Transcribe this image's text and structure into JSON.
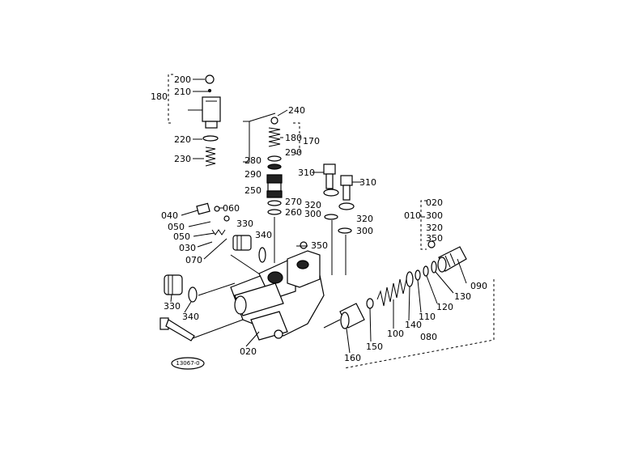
{
  "diagram": {
    "labels": {
      "l200": "200",
      "l210": "210",
      "l180a": "180",
      "l220": "220",
      "l230": "230",
      "l240": "240",
      "l180b": "180",
      "l170": "170",
      "l290a": "290",
      "l280": "280",
      "l290b": "290",
      "l250": "250",
      "l270": "270",
      "l260": "260",
      "l310a": "310",
      "l310b": "310",
      "l320a": "320",
      "l300a": "300",
      "l320b": "320",
      "l300b": "300",
      "l020a": "020",
      "l010": "010",
      "l300c": "300",
      "l320c": "320",
      "l350a": "350",
      "l040": "040",
      "l060": "060",
      "l050a": "050",
      "l050b": "050",
      "l330a": "330",
      "l340a": "340",
      "l030": "030",
      "l070": "070",
      "l350b": "350",
      "l330b": "330",
      "l340b": "340",
      "l020b": "020",
      "l090": "090",
      "l130": "130",
      "l120": "120",
      "l110": "110",
      "l140": "140",
      "l080": "080",
      "l100": "100",
      "l150": "150",
      "l160": "160"
    },
    "drawing_code": "13067-0"
  }
}
